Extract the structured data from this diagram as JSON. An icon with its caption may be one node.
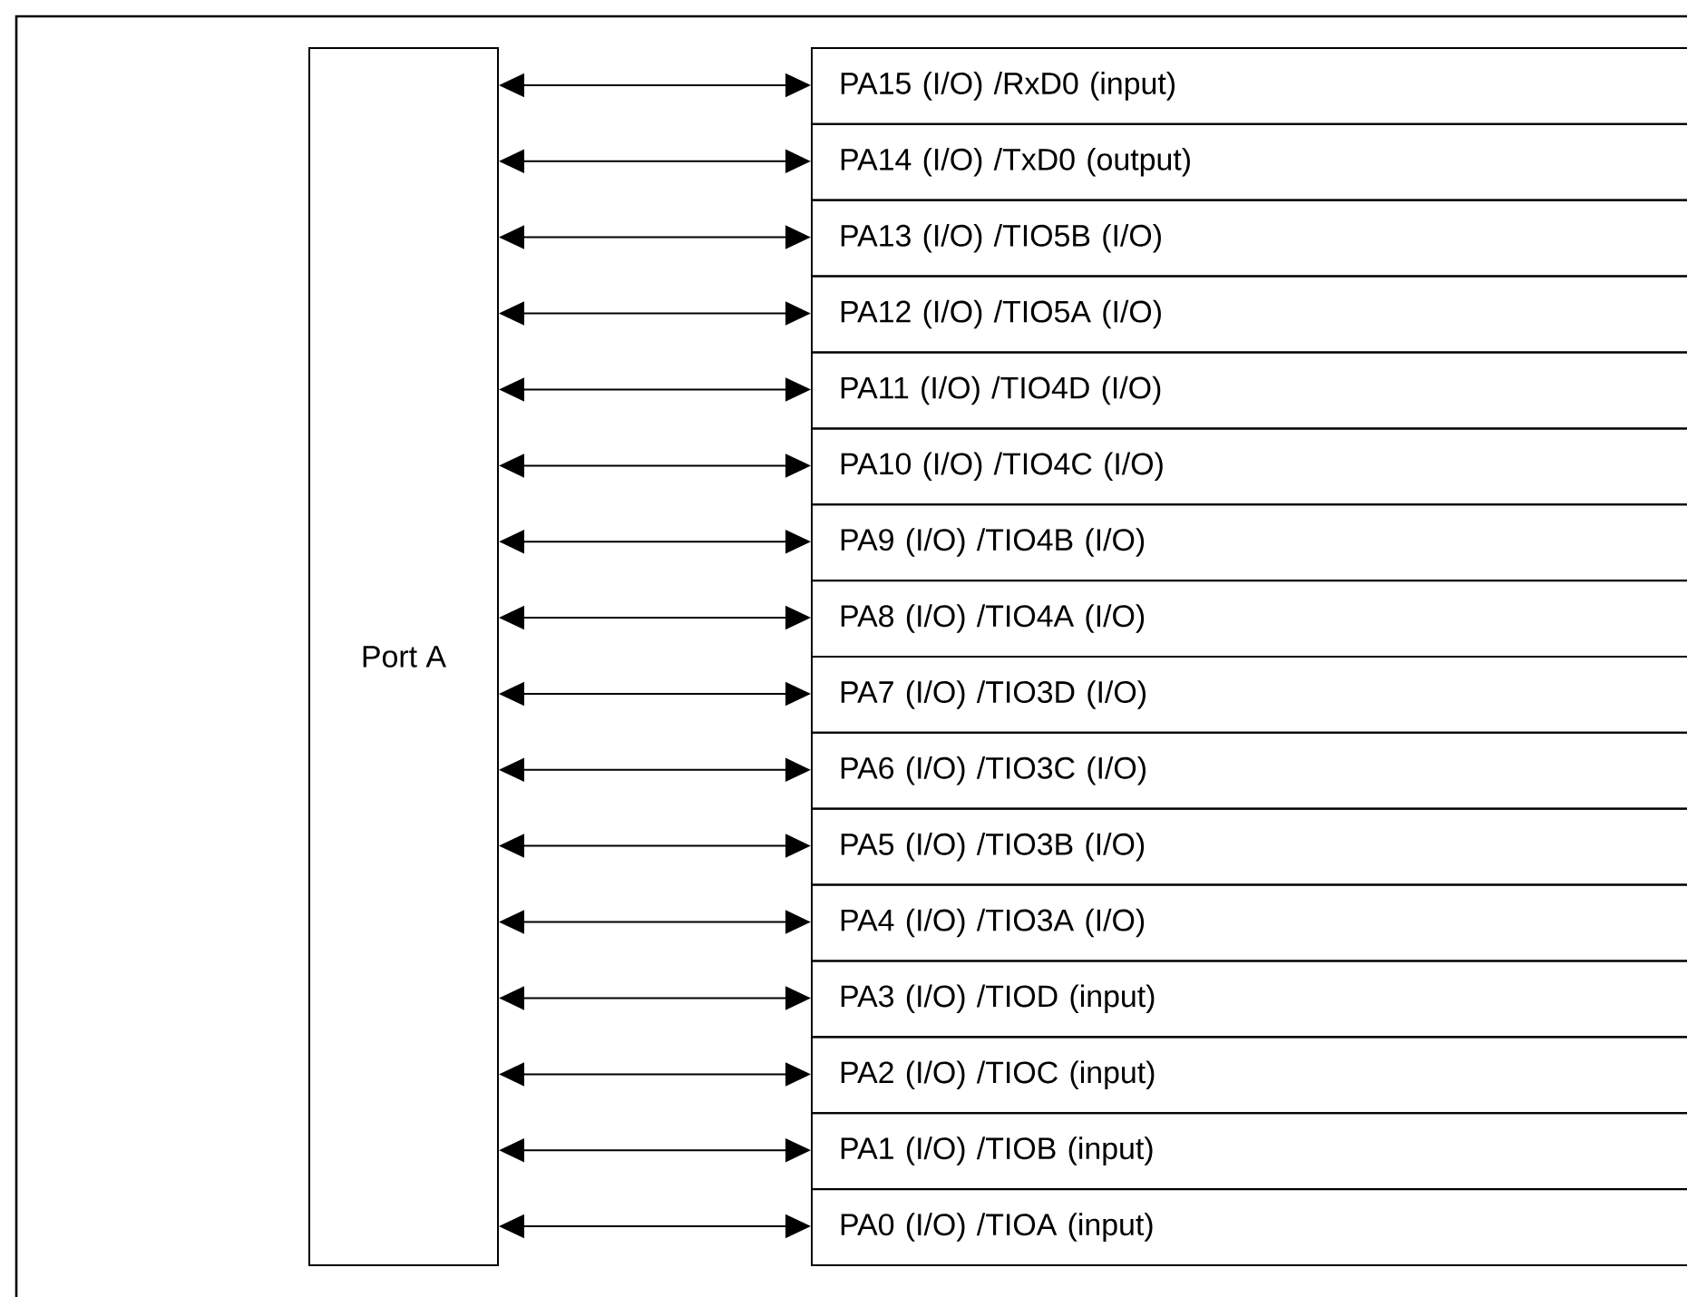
{
  "diagram": {
    "nodes": [
      {
        "text": [
          "Port A"
        ]
      },
      {
        "text": [
          "PA15 (I/O) /RxD0 (input)"
        ]
      },
      {
        "text": [
          "PA14 (I/O) /TxD0 (output)"
        ]
      },
      {
        "text": [
          "PA13 (I/O) /TIO5B (I/O)"
        ]
      },
      {
        "text": [
          "PA12 (I/O) /TIO5A (I/O)"
        ]
      },
      {
        "text": [
          "PA11 (I/O) /TIO4D (I/O)"
        ]
      },
      {
        "text": [
          "PA10 (I/O) /TIO4C (I/O)"
        ]
      },
      {
        "text": [
          "PA9 (I/O) /TIO4B (I/O)"
        ]
      },
      {
        "text": [
          "PA8 (I/O) /TIO4A (I/O)"
        ]
      },
      {
        "text": [
          "PA7 (I/O) /TIO3D (I/O)"
        ]
      },
      {
        "text": [
          "PA6 (I/O) /TIO3C (I/O)"
        ]
      },
      {
        "text": [
          "PA5 (I/O) /TIO3B (I/O)"
        ]
      },
      {
        "text": [
          "PA4 (I/O) /TIO3A (I/O)"
        ]
      },
      {
        "text": [
          "PA3 (I/O) /TIOD (input)"
        ]
      },
      {
        "text": [
          "PA2 (I/O) /TIOC (input)"
        ]
      },
      {
        "text": [
          "PA1 (I/O) /TIOB (input)"
        ]
      },
      {
        "text": [
          "PA0 (I/O) /TIOA (input)"
        ]
      }
    ],
    "edges": [
      {
        "from": 0,
        "to": 1,
        "arrow": "both"
      },
      {
        "from": 0,
        "to": 2,
        "arrow": "both"
      },
      {
        "from": 0,
        "to": 3,
        "arrow": "both"
      },
      {
        "from": 0,
        "to": 4,
        "arrow": "both"
      },
      {
        "from": 0,
        "to": 5,
        "arrow": "both"
      },
      {
        "from": 0,
        "to": 6,
        "arrow": "both"
      },
      {
        "from": 0,
        "to": 7,
        "arrow": "both"
      },
      {
        "from": 0,
        "to": 8,
        "arrow": "both"
      },
      {
        "from": 0,
        "to": 9,
        "arrow": "both"
      },
      {
        "from": 0,
        "to": 10,
        "arrow": "both"
      },
      {
        "from": 0,
        "to": 11,
        "arrow": "both"
      },
      {
        "from": 0,
        "to": 12,
        "arrow": "both"
      },
      {
        "from": 0,
        "to": 13,
        "arrow": "both"
      },
      {
        "from": 0,
        "to": 14,
        "arrow": "both"
      },
      {
        "from": 0,
        "to": 15,
        "arrow": "both"
      },
      {
        "from": 0,
        "to": 16,
        "arrow": "both"
      }
    ]
  }
}
